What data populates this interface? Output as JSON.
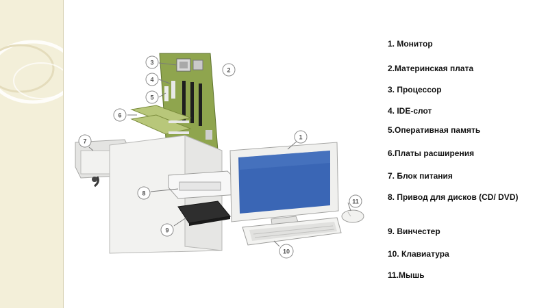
{
  "legend": [
    {
      "number": "1",
      "label": "1. Монитор"
    },
    {
      "number": "2",
      "label": "2.Материнская плата"
    },
    {
      "number": "3",
      "label": "3. Процессор"
    },
    {
      "number": "4",
      "label": "4. IDE-слот"
    },
    {
      "number": "5",
      "label": "5.Оперативная память"
    },
    {
      "number": "6",
      "label": "6.Платы расширения"
    },
    {
      "number": "7",
      "label": "7. Блок питания"
    },
    {
      "number": "8",
      "label": "8. Привод для дисков (CD/ DVD)"
    },
    {
      "number": "9",
      "label": "9. Винчестер"
    },
    {
      "number": "10",
      "label": "10. Клавиатура"
    },
    {
      "number": "11",
      "label": "11.Мышь"
    }
  ],
  "callouts": [
    "1",
    "2",
    "3",
    "4",
    "5",
    "6",
    "7",
    "8",
    "9",
    "10",
    "11"
  ],
  "colors": {
    "sidebar": "#f3efd9",
    "motherboard": "#8fa54e",
    "case": "#f2f2f0",
    "screen": "#3a66b5",
    "text": "#111111"
  }
}
